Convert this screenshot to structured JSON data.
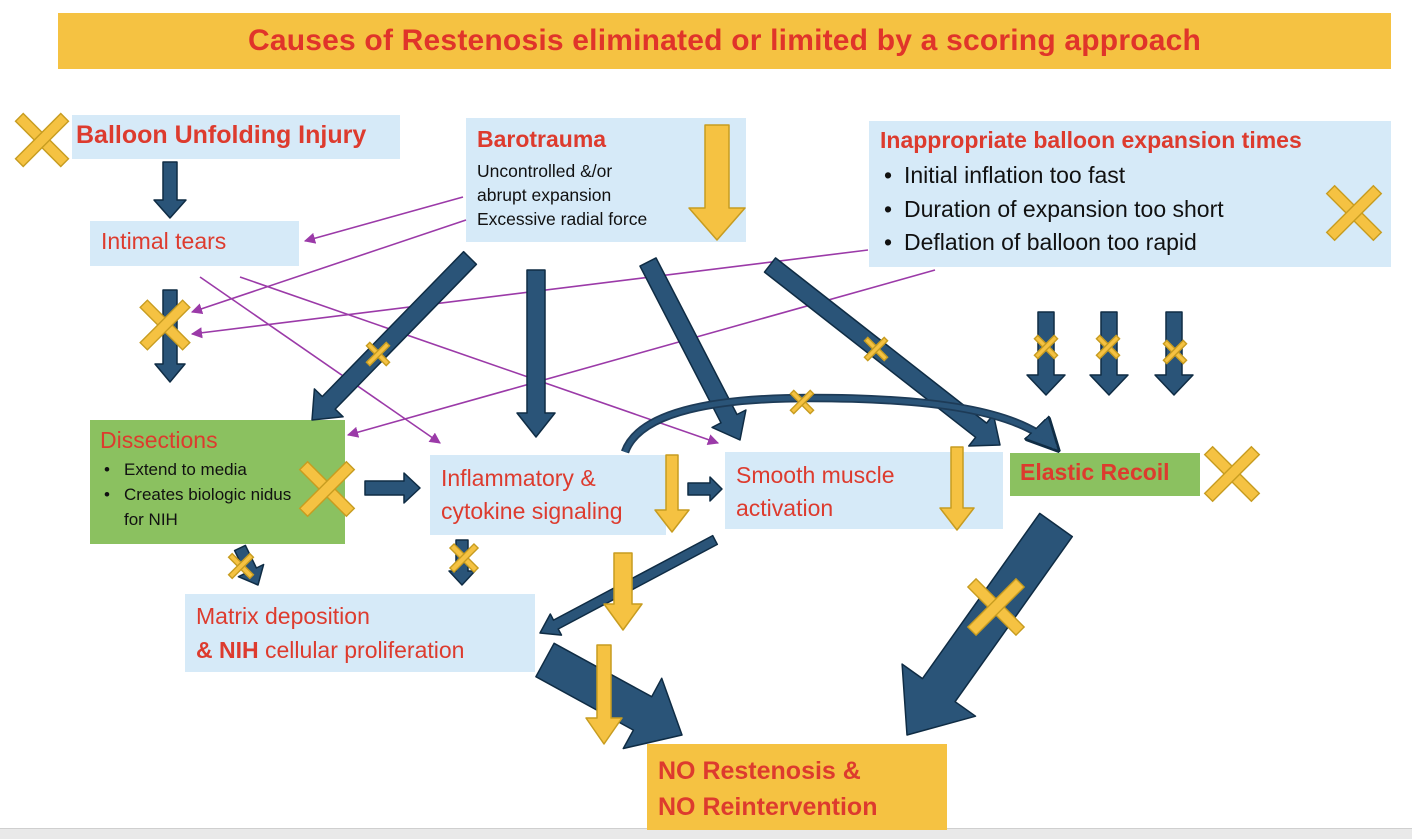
{
  "title": "Causes of Restenosis eliminated or limited by a scoring approach",
  "boxes": {
    "balloon_unfolding": {
      "label": "Balloon Unfolding Injury"
    },
    "barotrauma": {
      "label": "Barotrauma",
      "lines": [
        "Uncontrolled &/or",
        "abrupt expansion",
        "Excessive radial force"
      ]
    },
    "inappropriate": {
      "label": "Inappropriate balloon expansion times",
      "bullets": [
        "Initial inflation too fast",
        "Duration of expansion too short",
        "Deflation of balloon too rapid"
      ]
    },
    "intimal_tears": {
      "label": "Intimal tears"
    },
    "dissections": {
      "label": "Dissections",
      "bullets": [
        "Extend to media",
        "Creates biologic nidus for NIH"
      ]
    },
    "inflammatory": {
      "line1": "Inflammatory &",
      "line2": "cytokine signaling"
    },
    "smooth_muscle": {
      "line1": "Smooth muscle",
      "line2": "activation"
    },
    "elastic_recoil": {
      "label": "Elastic Recoil"
    },
    "matrix": {
      "line1": "Matrix deposition",
      "line2_bold": "& NIH",
      "line2_rest": " cellular proliferation"
    },
    "no_restenosis": {
      "line1": "NO Restenosis &",
      "line2": "NO Reintervention"
    }
  },
  "colors": {
    "title_bg": "#f5c242",
    "red_text": "#dd3b2e",
    "blue_box": "#d6eaf8",
    "green_box": "#8bc160",
    "navy_arrow": "#2a5478",
    "gold_arrow": "#f5c242",
    "purple_line": "#9b3aa8"
  },
  "icons": [
    "x-mark-icon",
    "down-arrow-icon",
    "right-arrow-icon",
    "gold-down-arrow-icon"
  ]
}
